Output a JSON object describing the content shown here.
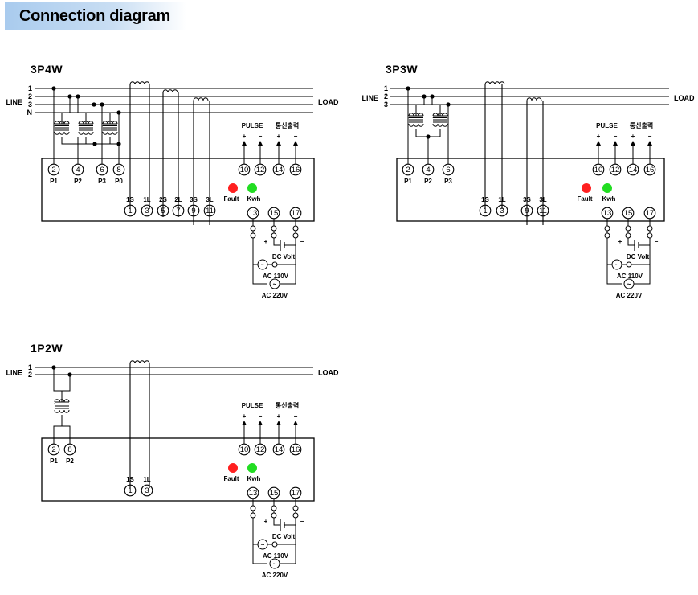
{
  "header": {
    "title": "Connection diagram",
    "gradient_start": "#a9cbee"
  },
  "colors": {
    "fault_led": "#ff2020",
    "kwh_led": "#22dd22",
    "line": "#000000"
  },
  "common": {
    "line_label": "LINE",
    "load_label": "LOAD",
    "pulse_label": "PULSE",
    "comm_label": "통신출력",
    "plus": "+",
    "minus": "−",
    "fault_label": "Fault",
    "kwh_label": "Kwh",
    "dc_label": "DC Volt",
    "ac110_label": "AC 110V",
    "ac220_label": "AC 220V",
    "out_terminals": [
      "10",
      "12",
      "14",
      "16"
    ],
    "power_terminals": [
      "13",
      "15",
      "17"
    ]
  },
  "sections": {
    "p3p4w": {
      "title": "3P4W",
      "lines": [
        "1",
        "2",
        "3",
        "N"
      ],
      "voltage_terminals": [
        {
          "num": "2",
          "label": "P1"
        },
        {
          "num": "4",
          "label": "P2"
        },
        {
          "num": "6",
          "label": "P3"
        },
        {
          "num": "8",
          "label": "P0"
        }
      ],
      "current_terminals": [
        {
          "num": "1",
          "label": "1S"
        },
        {
          "num": "3",
          "label": "1L"
        },
        {
          "num": "5",
          "label": "2S"
        },
        {
          "num": "7",
          "label": "2L"
        },
        {
          "num": "9",
          "label": "3S"
        },
        {
          "num": "11",
          "label": "3L"
        }
      ]
    },
    "p3p3w": {
      "title": "3P3W",
      "lines": [
        "1",
        "2",
        "3"
      ],
      "voltage_terminals": [
        {
          "num": "2",
          "label": "P1"
        },
        {
          "num": "4",
          "label": "P2"
        },
        {
          "num": "6",
          "label": "P3"
        }
      ],
      "current_terminals": [
        {
          "num": "1",
          "label": "1S"
        },
        {
          "num": "3",
          "label": "1L"
        },
        {
          "num": "9",
          "label": "3S"
        },
        {
          "num": "11",
          "label": "3L"
        }
      ]
    },
    "p1p2w": {
      "title": "1P2W",
      "lines": [
        "1",
        "2"
      ],
      "voltage_terminals": [
        {
          "num": "2",
          "label": "P1"
        },
        {
          "num": "8",
          "label": "P2"
        }
      ],
      "current_terminals": [
        {
          "num": "1",
          "label": "1S"
        },
        {
          "num": "3",
          "label": "1L"
        }
      ]
    }
  }
}
